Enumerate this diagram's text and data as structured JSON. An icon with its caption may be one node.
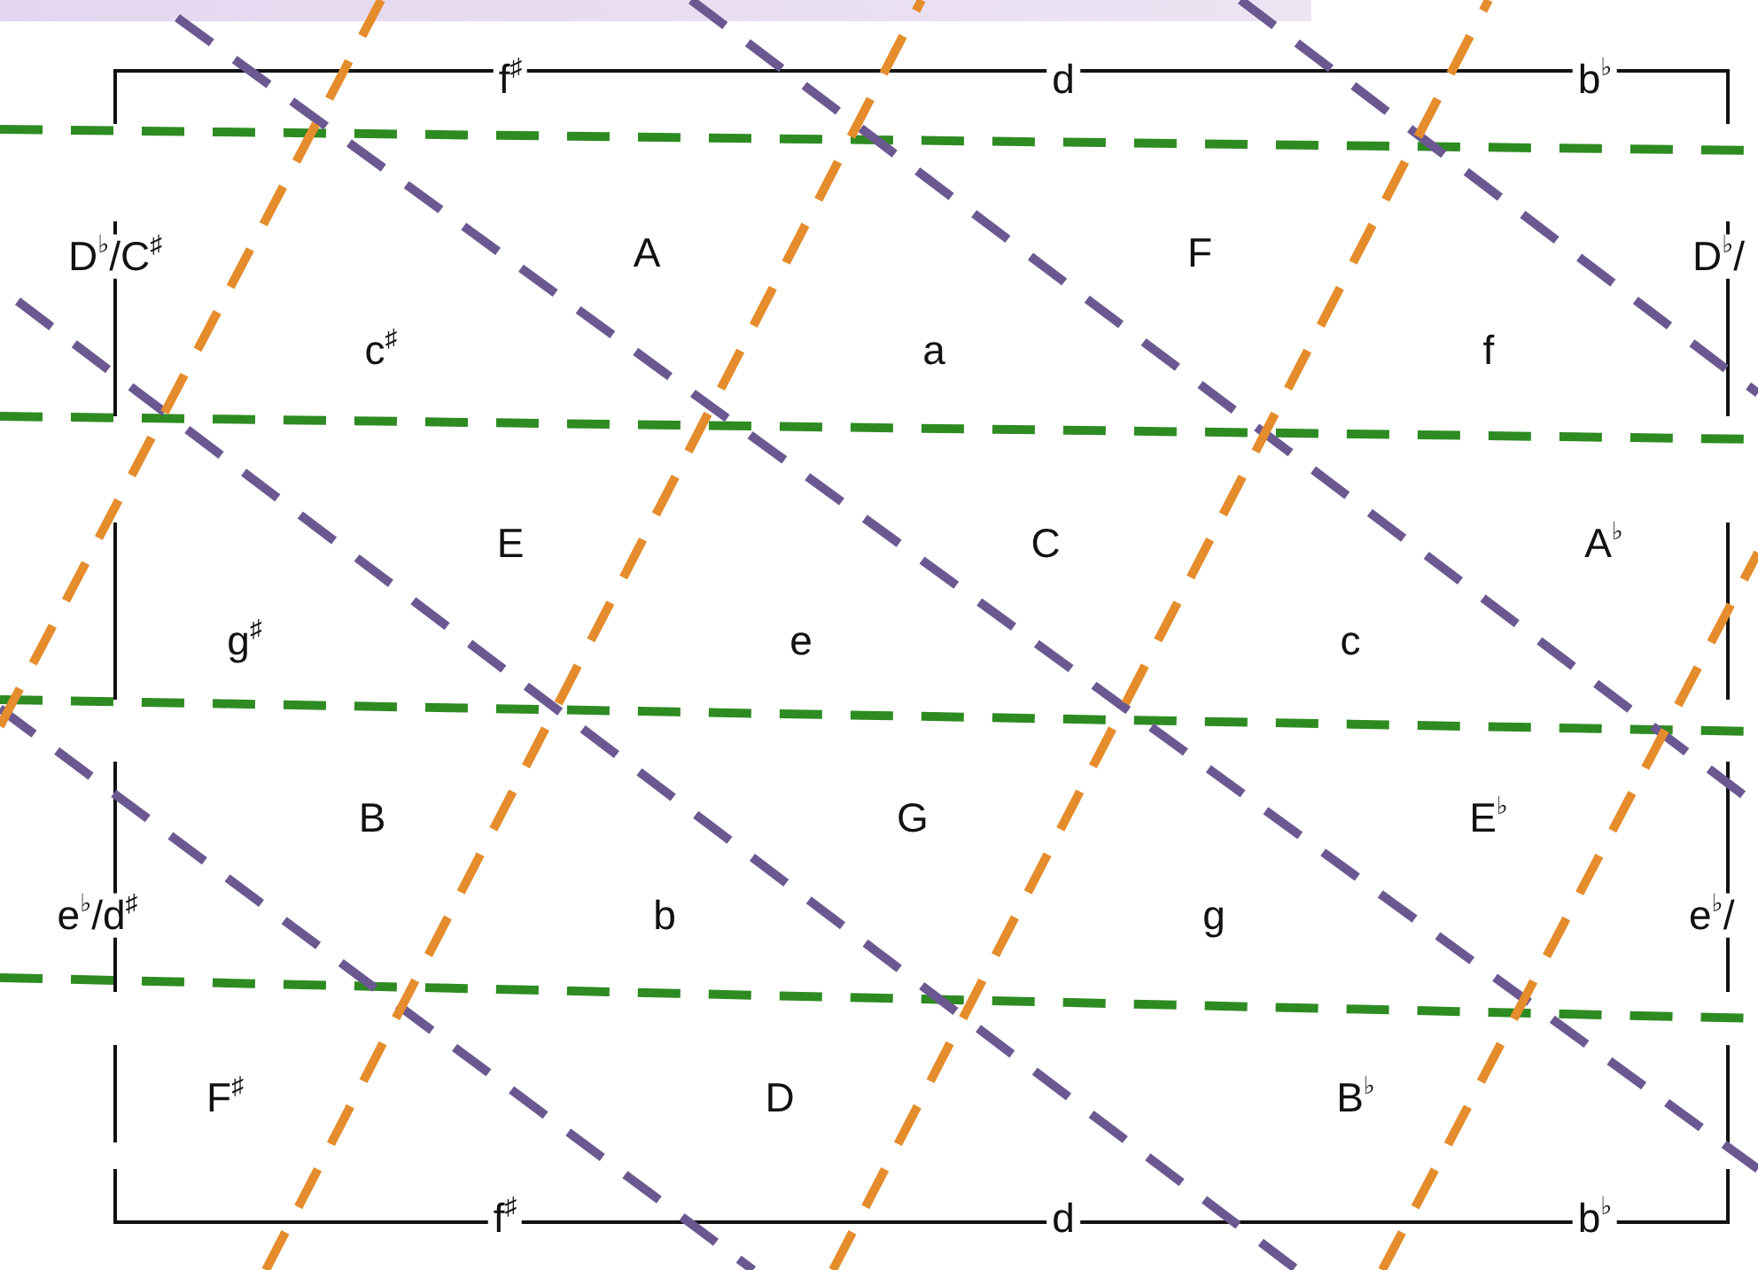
{
  "diagram": {
    "labels": [
      "f$^{♯}$",
      "d",
      "b$^{♭}$",
      "D$^{♭}$/C$^{♯}$",
      "A",
      "F",
      "D$^{♭}$/",
      "c$^{♯}$",
      "a",
      "f",
      "E",
      "C",
      "A$^{♭}$",
      "g$^{♯}$",
      "e",
      "c",
      "B",
      "G",
      "E$^{♭}$",
      "e$^{♭}$/d$^{♯}$",
      "b",
      "g",
      "e$^{♭}$/",
      "F$^{♯}$",
      "D",
      "B$^{♭}$",
      "f$^{♯}$",
      "d",
      "b$^{♭}$"
    ]
  }
}
